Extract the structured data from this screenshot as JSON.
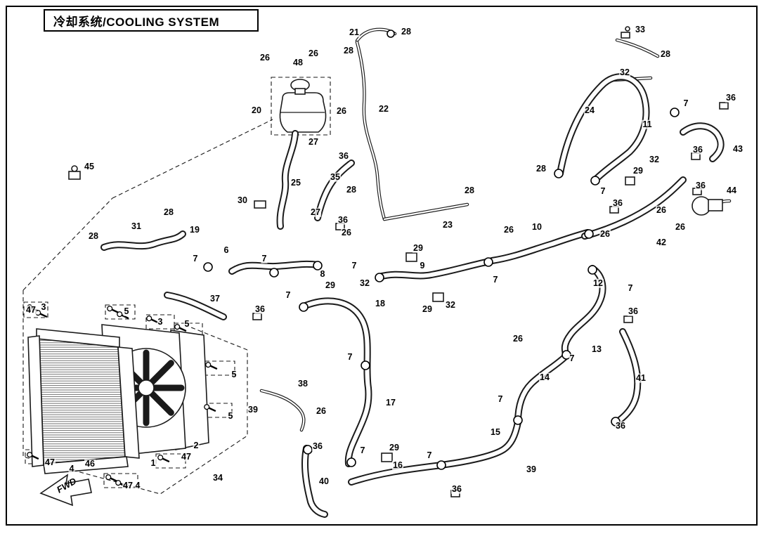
{
  "title": "冷却系统/COOLING SYSTEM",
  "fwd_label": "FWD",
  "diagram": {
    "type": "exploded-parts-diagram",
    "subject": "cooling system with radiator, fan, expansion tank, hoses and clamps"
  },
  "callouts": [
    [
      "21",
      504,
      46
    ],
    [
      "28",
      578,
      45
    ],
    [
      "33",
      911,
      42
    ],
    [
      "28",
      947,
      77
    ],
    [
      "26",
      377,
      82
    ],
    [
      "48",
      424,
      89
    ],
    [
      "26",
      446,
      76
    ],
    [
      "28",
      496,
      72
    ],
    [
      "32",
      889,
      103
    ],
    [
      "20",
      365,
      157
    ],
    [
      "26",
      486,
      158
    ],
    [
      "22",
      546,
      155
    ],
    [
      "24",
      839,
      157
    ],
    [
      "11",
      921,
      177
    ],
    [
      "7",
      976,
      147
    ],
    [
      "36",
      1040,
      139
    ],
    [
      "27",
      446,
      202
    ],
    [
      "36",
      489,
      222
    ],
    [
      "36",
      993,
      213
    ],
    [
      "43",
      1050,
      212
    ],
    [
      "45",
      127,
      237
    ],
    [
      "25",
      421,
      260
    ],
    [
      "35",
      477,
      252
    ],
    [
      "28",
      500,
      270
    ],
    [
      "32",
      931,
      227
    ],
    [
      "29",
      908,
      243
    ],
    [
      "28",
      770,
      240
    ],
    [
      "7",
      858,
      272
    ],
    [
      "36",
      997,
      264
    ],
    [
      "44",
      1041,
      271
    ],
    [
      "28",
      668,
      271
    ],
    [
      "30",
      345,
      285
    ],
    [
      "27",
      449,
      302
    ],
    [
      "23",
      637,
      320
    ],
    [
      "36",
      879,
      289
    ],
    [
      "26",
      941,
      299
    ],
    [
      "28",
      240,
      302
    ],
    [
      "31",
      194,
      322
    ],
    [
      "19",
      277,
      327
    ],
    [
      "28",
      133,
      336
    ],
    [
      "36",
      488,
      313
    ],
    [
      "26",
      493,
      331
    ],
    [
      "26",
      724,
      327
    ],
    [
      "10",
      764,
      323
    ],
    [
      "26",
      861,
      333
    ],
    [
      "42",
      941,
      345
    ],
    [
      "26",
      968,
      323
    ],
    [
      "6",
      322,
      356
    ],
    [
      "7",
      278,
      368
    ],
    [
      "7",
      376,
      368
    ],
    [
      "29",
      595,
      353
    ],
    [
      "8",
      459,
      390
    ],
    [
      "7",
      504,
      378
    ],
    [
      "9",
      601,
      378
    ],
    [
      "7",
      705,
      398
    ],
    [
      "12",
      851,
      403
    ],
    [
      "7",
      897,
      410
    ],
    [
      "29",
      470,
      406
    ],
    [
      "32",
      519,
      403
    ],
    [
      "18",
      541,
      432
    ],
    [
      "29",
      608,
      440
    ],
    [
      "32",
      641,
      434
    ],
    [
      "7",
      410,
      420
    ],
    [
      "37",
      306,
      425
    ],
    [
      "36",
      370,
      440
    ],
    [
      "3",
      62,
      437
    ],
    [
      "47",
      44,
      441
    ],
    [
      "5",
      180,
      443
    ],
    [
      "3",
      228,
      458
    ],
    [
      "5",
      266,
      461
    ],
    [
      "36",
      901,
      443
    ],
    [
      "26",
      737,
      482
    ],
    [
      "13",
      849,
      497
    ],
    [
      "7",
      814,
      510
    ],
    [
      "5",
      333,
      533
    ],
    [
      "7",
      498,
      508
    ],
    [
      "14",
      775,
      537
    ],
    [
      "41",
      912,
      538
    ],
    [
      "38",
      431,
      546
    ],
    [
      "39",
      360,
      583
    ],
    [
      "26",
      457,
      585
    ],
    [
      "17",
      556,
      573
    ],
    [
      "5",
      328,
      592
    ],
    [
      "7",
      712,
      568
    ],
    [
      "15",
      705,
      615
    ],
    [
      "36",
      883,
      606
    ],
    [
      "2",
      279,
      634
    ],
    [
      "47",
      265,
      650
    ],
    [
      "36",
      452,
      635
    ],
    [
      "7",
      516,
      641
    ],
    [
      "29",
      561,
      637
    ],
    [
      "16",
      566,
      662
    ],
    [
      "7",
      611,
      648
    ],
    [
      "47",
      71,
      658
    ],
    [
      "4",
      102,
      667
    ],
    [
      "46",
      128,
      660
    ],
    [
      "1",
      218,
      659
    ],
    [
      "34",
      310,
      680
    ],
    [
      "40",
      461,
      685
    ],
    [
      "39",
      756,
      668
    ],
    [
      "36",
      650,
      696
    ],
    [
      "47",
      182,
      691
    ],
    [
      "4",
      196,
      691
    ]
  ]
}
